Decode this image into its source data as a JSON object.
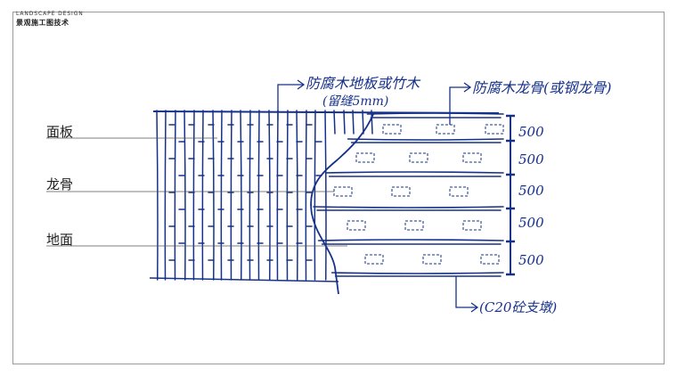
{
  "brand": {
    "title_en": "LANDSCAPE DESIGN",
    "title_cn": "景观施工图技术"
  },
  "labels": {
    "panel": "面板",
    "joist": "龙骨",
    "ground": "地面"
  },
  "annotations": {
    "deck_material": "防腐木地板或竹木",
    "gap_note": "(留缝5mm)",
    "joist_material": "防腐木龙骨(或钢龙骨)",
    "support_note": "(C20砼支墩)"
  },
  "dimensions": [
    "500",
    "500",
    "500",
    "500",
    "500"
  ],
  "colors": {
    "ink": "#16318a",
    "leader": "#555555",
    "frame": "#9a9a9a"
  }
}
